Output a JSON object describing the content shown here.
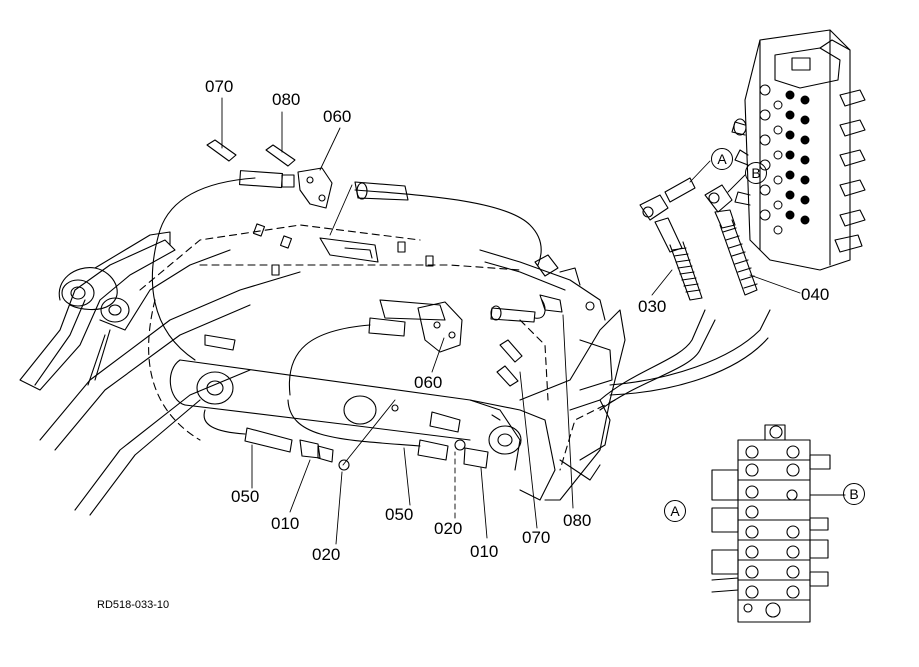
{
  "diagram": {
    "drawing_number": "RD518-033-10",
    "parts": [
      {
        "id": "p070a",
        "code": "070"
      },
      {
        "id": "p080a",
        "code": "080"
      },
      {
        "id": "p060a",
        "code": "060"
      },
      {
        "id": "p030",
        "code": "030"
      },
      {
        "id": "p040",
        "code": "040"
      },
      {
        "id": "p060b",
        "code": "060"
      },
      {
        "id": "p050a",
        "code": "050"
      },
      {
        "id": "p010a",
        "code": "010"
      },
      {
        "id": "p020a",
        "code": "020"
      },
      {
        "id": "p050b",
        "code": "050"
      },
      {
        "id": "p020b",
        "code": "020"
      },
      {
        "id": "p010b",
        "code": "010"
      },
      {
        "id": "p070b",
        "code": "070"
      },
      {
        "id": "p080b",
        "code": "080"
      }
    ],
    "port_markers": {
      "a_main": "A",
      "b_main": "B",
      "a_detail": "A",
      "b_detail": "B"
    }
  }
}
